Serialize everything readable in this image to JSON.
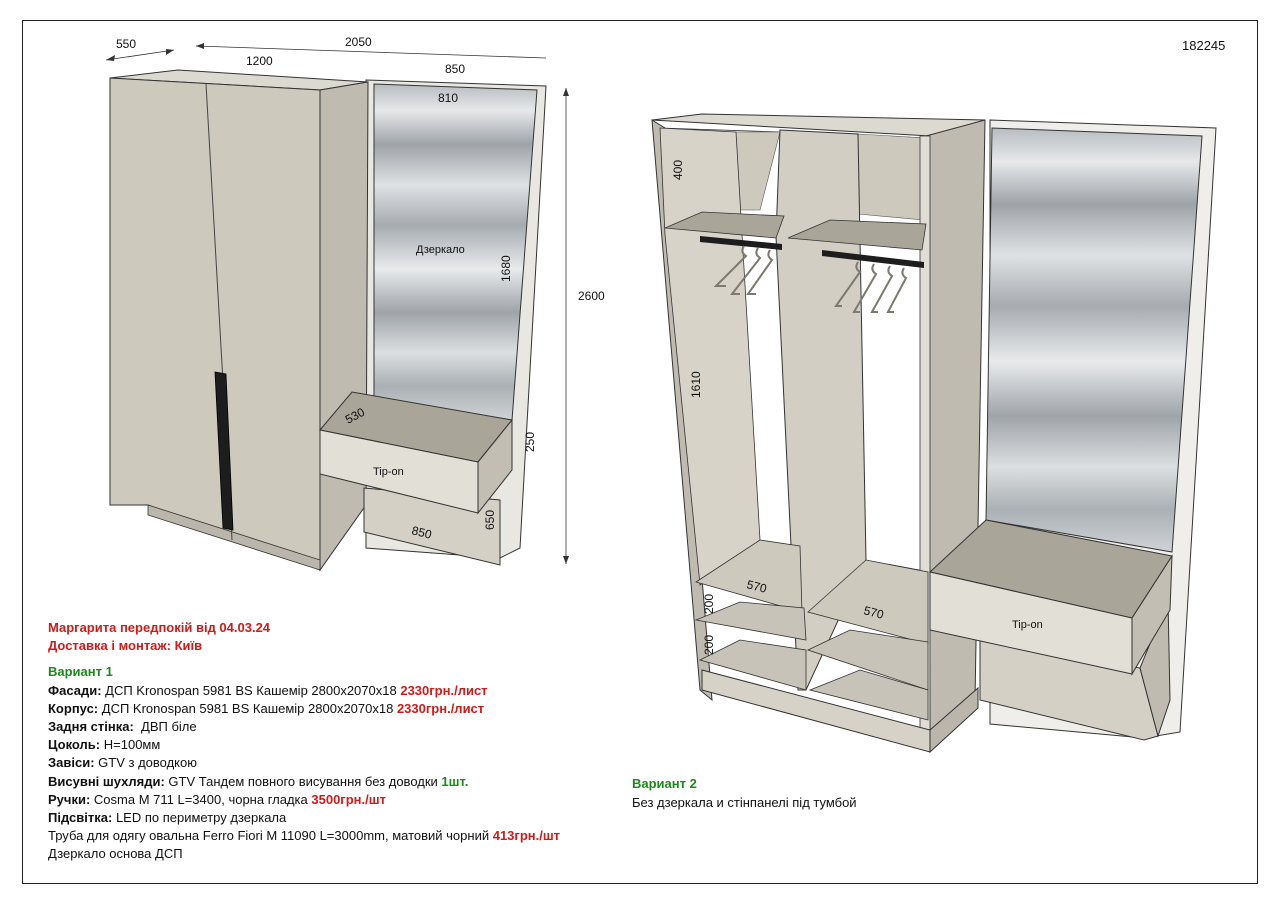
{
  "order_number": "182245",
  "dimensions": {
    "depth": "550",
    "total_width": "2050",
    "wardrobe_width": "1200",
    "mirror_section_width": "850",
    "mirror_width": "810",
    "mirror_height": "1680",
    "total_height": "2600",
    "shelf_depth": "530",
    "drawer_height": "250",
    "bench_height": "650",
    "bench_width": "850",
    "top_shelf": "400",
    "hang_height": "1610",
    "lower_shelf_1": "200",
    "lower_shelf_2": "200",
    "inner_depth_left": "570",
    "inner_depth_right": "570"
  },
  "labels": {
    "mirror": "Дзеркало",
    "tipon_left": "Tip-on",
    "tipon_right": "Tip-on"
  },
  "notes": {
    "header1": "Маргарита передпокій від 04.03.24",
    "header2": "Доставка і монтаж: Київ",
    "variant1_title": "Вариант 1",
    "facades_label": "Фасади:",
    "facades_text": "ДСП Kronospan 5981 BS Кашемір 2800x2070x18",
    "facades_price": "2330грн./лист",
    "body_label": "Корпус:",
    "body_text": "ДСП Kronospan 5981 BS Кашемір 2800x2070x18",
    "body_price": "2330грн./лист",
    "back_label": "Задня стінка:",
    "back_text": "ДВП біле",
    "plinth_label": "Цоколь:",
    "plinth_text": "H=100мм",
    "hinges_label": "Завіси:",
    "hinges_text": "GTV з доводкою",
    "drawers_label": "Висувні шухляди:",
    "drawers_text": "GTV Тандем повного висування без доводки",
    "drawers_qty": "1шт.",
    "handles_label": "Ручки:",
    "handles_text": "Cosma M 711 L=3400, чорна гладка",
    "handles_price": "3500грн./шт",
    "light_label": "Підсвітка:",
    "light_text": "LED по периметру дзеркала",
    "tube_text": "Труба для одягу овальна Ferro Fiori M 11090 L=3000mm, матовий чорний",
    "tube_price": "413грн./шт",
    "mirror_base": "Дзеркало основа ДСП"
  },
  "variant2": {
    "title": "Вариант 2",
    "text": "Без дзеркала и стінпанелі під тумбой"
  },
  "colors": {
    "panel": "#cdc9bd",
    "panel_dark": "#a29e94",
    "red": "#d21a1a",
    "green": "#1a8a1a"
  }
}
